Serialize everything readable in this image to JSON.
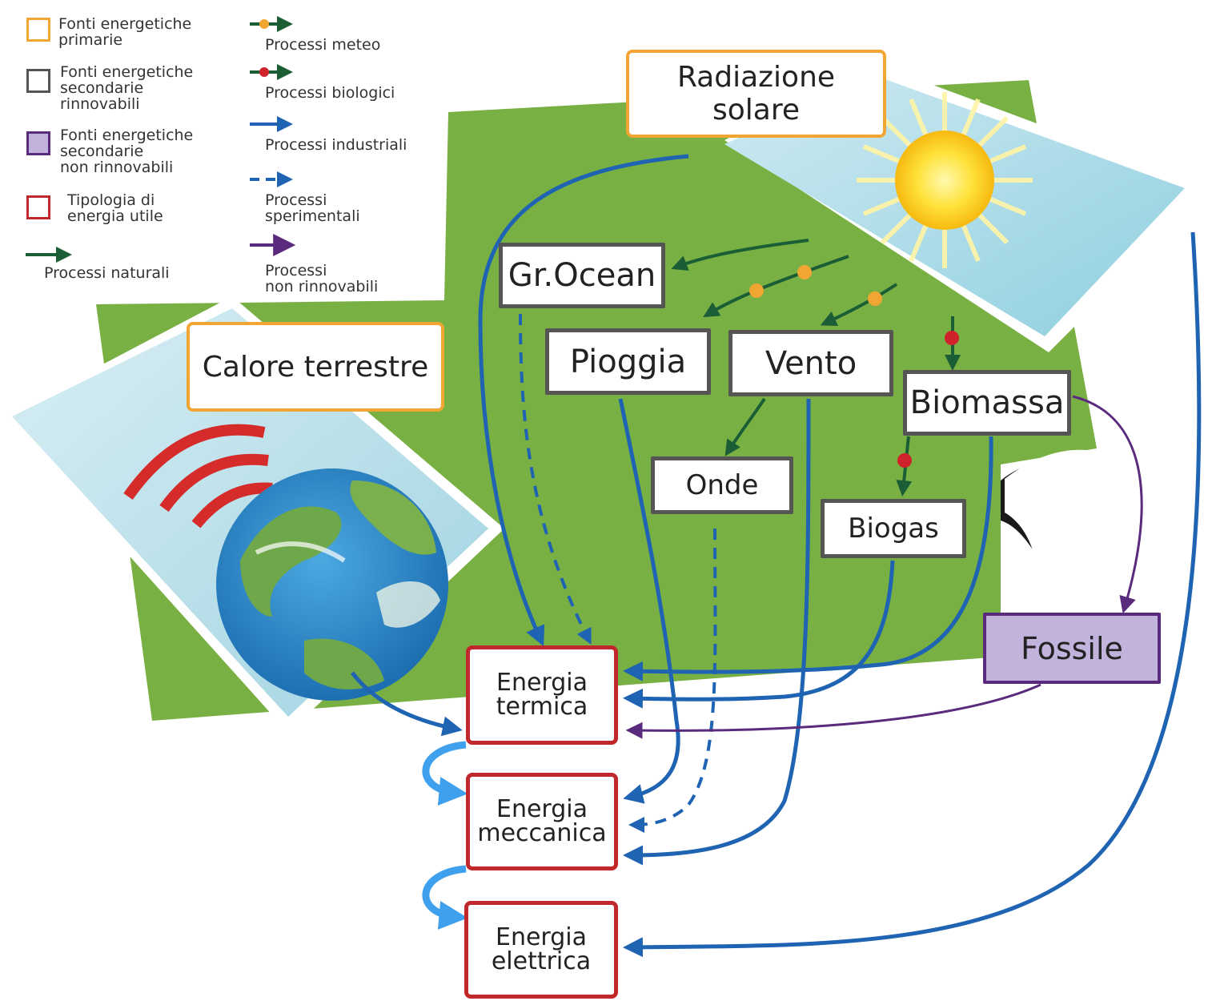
{
  "legend": {
    "swatches": [
      {
        "label": "Fonti energetiche\nprimarie",
        "color": "#f1a634"
      },
      {
        "label": "Fonti energetiche\nsecondarie\nrinnovabili",
        "color": "#555555"
      },
      {
        "label": "Fonti energetiche\nsecondarie\nnon rinnovabili",
        "color": "#5a2a7d",
        "fill": "#c2b3dd"
      },
      {
        "label": "Tipologia di\nenergia utile",
        "color": "#c0282b"
      }
    ],
    "processes": [
      {
        "label": "Processi naturali",
        "color": "#1b5e36"
      },
      {
        "label": "Processi meteo",
        "color": "#1b5e36",
        "dot": "#f1a634"
      },
      {
        "label": "Processi biologici",
        "color": "#1b5e36",
        "dot": "#d0222a"
      },
      {
        "label": "Processi industriali",
        "color": "#1f63b3"
      },
      {
        "label": "Processi\nsperimentali",
        "color": "#1f63b3"
      },
      {
        "label": "Processi\nnon rinnovabili",
        "color": "#5a2a7d"
      }
    ]
  },
  "nodes": {
    "radiazione": "Radiazione solare",
    "calore": "Calore terrestre",
    "grocean": "Gr.Ocean",
    "pioggia": "Pioggia",
    "vento": "Vento",
    "biomassa": "Biomassa",
    "onde": "Onde",
    "biogas": "Biogas",
    "fossile": "Fossile",
    "termica": "Energia\ntermica",
    "meccanica": "Energia\nmeccanica",
    "elettrica": "Energia\nelettrica"
  },
  "colors": {
    "background_green": "#79b043",
    "natural": "#1b5e36",
    "industrial": "#1f63b3",
    "conversion": "#3fa0ee",
    "nonrenewable": "#5a2a7d",
    "meteo_dot": "#f1a634",
    "bio_dot": "#d0222a"
  }
}
